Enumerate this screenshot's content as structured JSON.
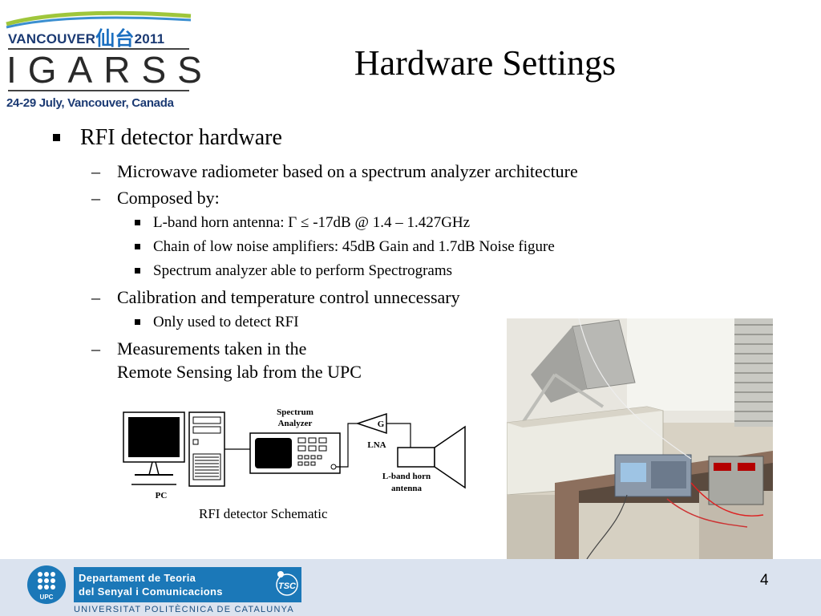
{
  "header": {
    "conference_logo": {
      "line1_city": "VANCOUVER",
      "line1_kanji": "仙台",
      "line1_year": "2011",
      "name": "IGARSS",
      "dates": "24-29 July, Vancouver, Canada"
    },
    "title": "Hardware Settings"
  },
  "bullets": {
    "main": "RFI detector hardware",
    "sub1": "Microwave radiometer based on a spectrum analyzer architecture",
    "sub2": "Composed by:",
    "sub2_items": [
      "L-band horn antenna: Γ ≤ -17dB @ 1.4 – 1.427GHz",
      "Chain of low noise amplifiers: 45dB Gain and 1.7dB Noise figure",
      "Spectrum analyzer able to perform Spectrograms"
    ],
    "sub3": "Calibration and temperature control unnecessary",
    "sub3_items": [
      "Only used to detect RFI"
    ],
    "sub4_line1": "Measurements taken in the",
    "sub4_line2": "Remote Sensing lab from the UPC",
    "dash": "–",
    "square": "▪"
  },
  "schematic": {
    "labels": {
      "spectrum_line1": "Spectrum",
      "spectrum_line2": "Analyzer",
      "pc": "PC",
      "lna": "LNA",
      "gain": "G",
      "antenna_line1": "L-band horn",
      "antenna_line2": "antenna"
    },
    "caption": "RFI detector Schematic"
  },
  "footer": {
    "upc_label": "UPC",
    "dept_line1": "Departament de Teoria",
    "dept_line2": "del Senyal i Comunicacions",
    "tsc_label": "TSC",
    "university": "UNIVERSITAT POLITÈCNICA DE CATALUNYA",
    "page_number": "4"
  },
  "colors": {
    "footer_bg": "#dbe3ef",
    "upc_blue": "#1b78b8",
    "logo_navy": "#1b3a73"
  }
}
